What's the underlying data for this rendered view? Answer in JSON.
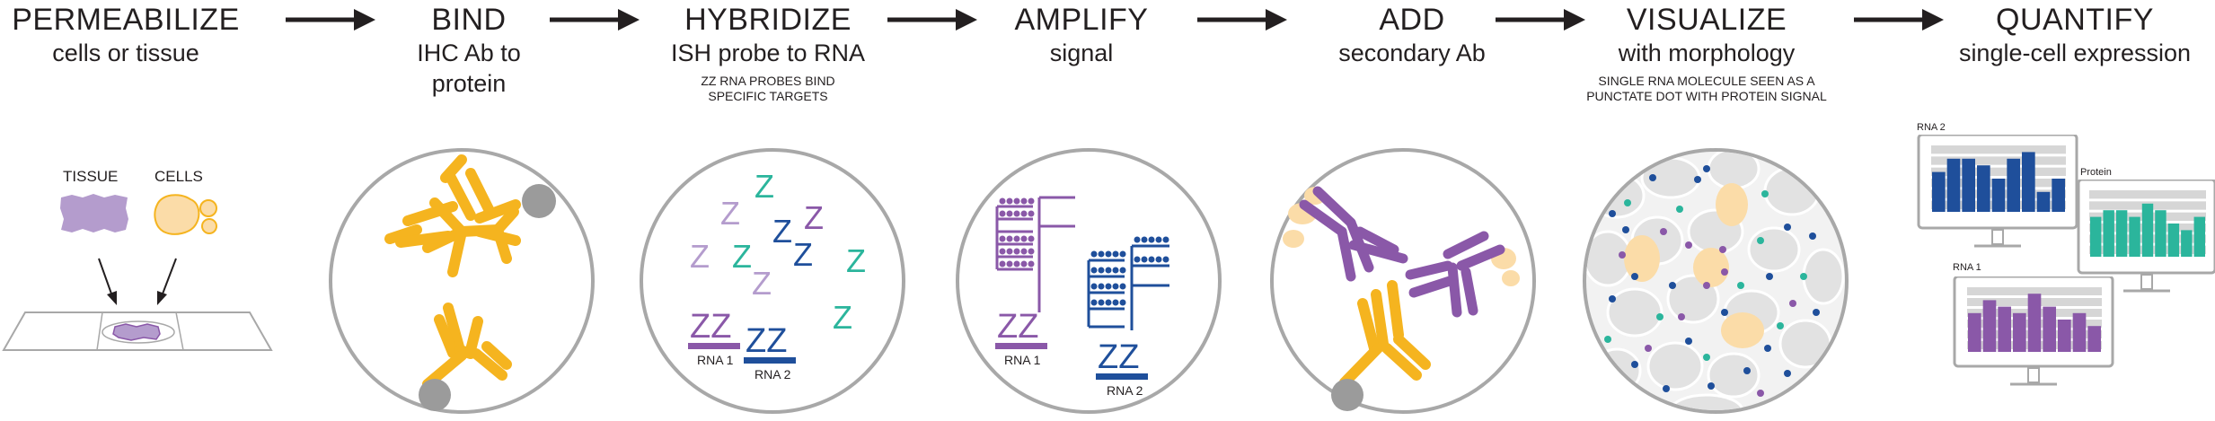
{
  "colors": {
    "gold": "#f5b41f",
    "gray": "#9b9b9b",
    "purple": "#8a58a8",
    "lavender": "#b49ccd",
    "teal": "#2bb59c",
    "navy": "#1f4f9b",
    "circle": "#a8a8a8",
    "tan": "#fbdca8",
    "arrow": "#231f20"
  },
  "steps": [
    {
      "title": "PERMEABILIZE",
      "sub1": "cells or tissue",
      "sub2": ""
    },
    {
      "title": "BIND",
      "sub1": "IHC Ab to",
      "sub2": "protein"
    },
    {
      "title": "HYBRIDIZE",
      "sub1": "ISH probe to  RNA",
      "sub2": "",
      "note1": "ZZ RNA PROBES BIND",
      "note2": "SPECIFIC TARGETS"
    },
    {
      "title": "AMPLIFY",
      "sub1": "signal",
      "sub2": ""
    },
    {
      "title": "ADD",
      "sub1": "secondary Ab",
      "sub2": ""
    },
    {
      "title": "VISUALIZE",
      "sub1": "with morphology",
      "sub2": "",
      "note1": "SINGLE RNA MOLECULE SEEN AS A",
      "note2": "PUNCTATE DOT WITH PROTEIN SIGNAL"
    },
    {
      "title": "QUANTIFY",
      "sub1": "single-cell expression",
      "sub2": ""
    }
  ],
  "labels": {
    "tissue": "TISSUE",
    "cells": "CELLS",
    "rna1": "RNA 1",
    "rna2": "RNA 2",
    "zz": "ZZ",
    "z": "Z",
    "protein": "Protein"
  },
  "chart_data": [
    {
      "type": "bar",
      "title": "RNA 2",
      "values": [
        6,
        8,
        8,
        7,
        5,
        8,
        9,
        3,
        5
      ]
    },
    {
      "type": "bar",
      "title": "Protein",
      "values": [
        6,
        7,
        7,
        6,
        8,
        7,
        5,
        4,
        6
      ]
    },
    {
      "type": "bar",
      "title": "RNA 1",
      "values": [
        6,
        8,
        7,
        6,
        9,
        7,
        5,
        6,
        4
      ]
    }
  ]
}
